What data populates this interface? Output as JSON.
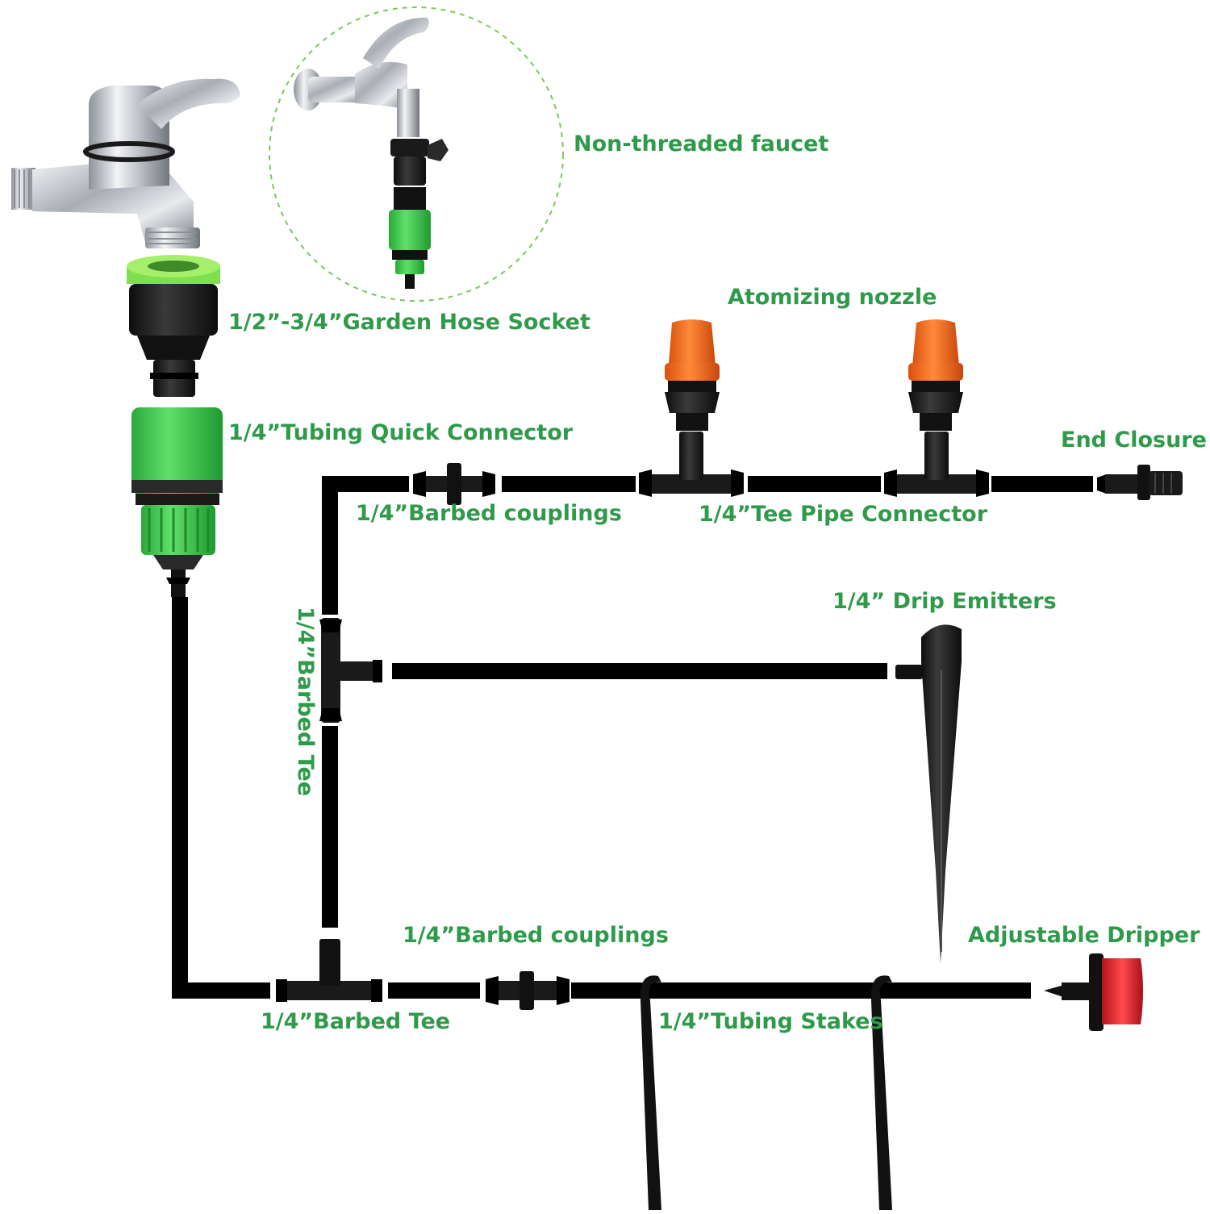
{
  "colors": {
    "label": "#2e9a4a",
    "tube": "#000000",
    "part_black": "#1a1a1a",
    "hose_green": "#3ec94e",
    "light_green": "#7fe04e",
    "nozzle_orange": "#f2641e",
    "dripper_red": "#e0202a",
    "chrome": "#c9ccd1",
    "dash_circle": "#7ac95b"
  },
  "labels": {
    "non_threaded_faucet": "Non-threaded faucet",
    "garden_hose_socket": "1/2”-3/4”Garden Hose Socket",
    "atomizing_nozzle": "Atomizing nozzle",
    "tubing_quick_connector": "1/4”Tubing Quick Connector",
    "end_closure": "End Closure",
    "barbed_couplings_top": "1/4”Barbed couplings",
    "tee_pipe_connector": "1/4”Tee Pipe Connector",
    "drip_emitters": "1/4” Drip Emitters",
    "barbed_tee_vertical": "1/4”Barbed Tee",
    "barbed_couplings_bottom": "1/4”Barbed couplings",
    "adjustable_dripper": "Adjustable Dripper",
    "barbed_tee_bottom": "1/4”Barbed Tee",
    "tubing_stakes": "1/4”Tubing Stakes"
  },
  "icons": [
    "faucet-icon",
    "non-threaded-faucet-icon",
    "hose-socket-icon",
    "quick-connector-icon",
    "atomizing-nozzle-icon",
    "tee-connector-icon",
    "barbed-coupling-icon",
    "barbed-tee-icon",
    "end-closure-icon",
    "drip-emitter-icon",
    "tubing-stake-icon",
    "adjustable-dripper-icon"
  ]
}
